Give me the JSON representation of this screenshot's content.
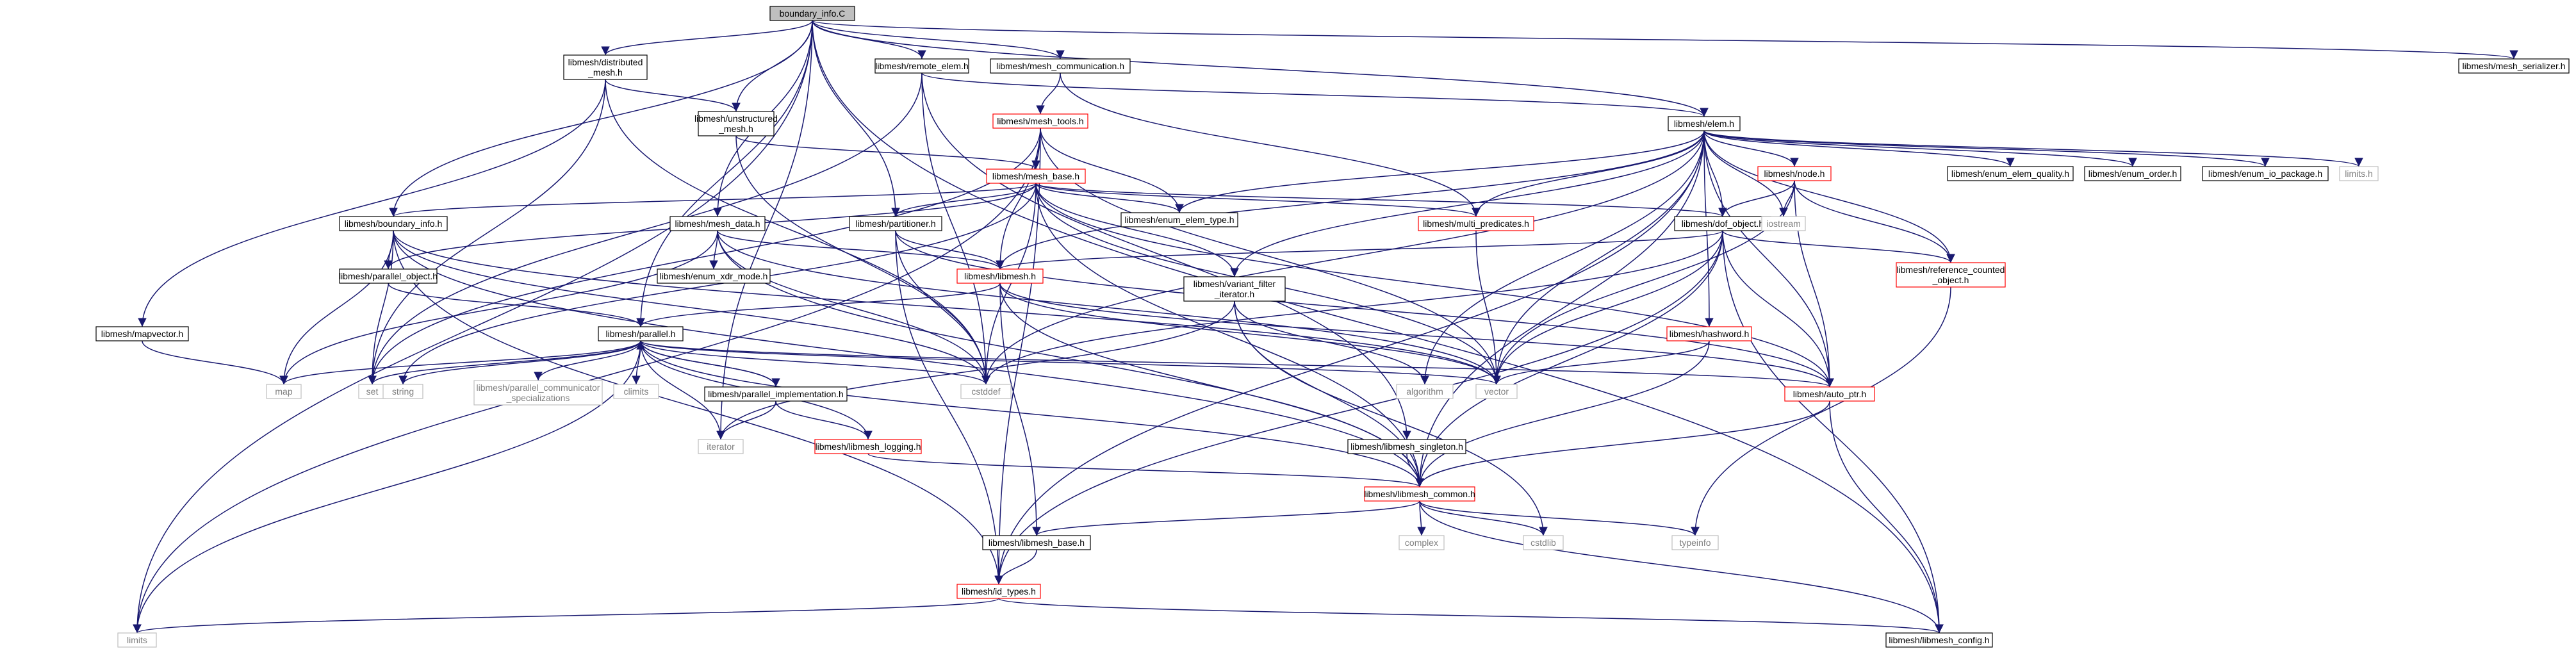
{
  "nodes": {
    "n_root": {
      "lines": [
        "boundary_info.C"
      ],
      "style": "root"
    },
    "n_dist": {
      "lines": [
        "libmesh/distributed",
        "_mesh.h"
      ],
      "style": "black"
    },
    "n_remote": {
      "lines": [
        "libmesh/remote_elem.h"
      ],
      "style": "black"
    },
    "n_comm": {
      "lines": [
        "libmesh/mesh_communication.h"
      ],
      "style": "black"
    },
    "n_serial": {
      "lines": [
        "libmesh/mesh_serializer.h"
      ],
      "style": "black"
    },
    "n_unstr": {
      "lines": [
        "libmesh/unstructured",
        "_mesh.h"
      ],
      "style": "black"
    },
    "n_tools": {
      "lines": [
        "libmesh/mesh_tools.h"
      ],
      "style": "red"
    },
    "n_elem": {
      "lines": [
        "libmesh/elem.h"
      ],
      "style": "black"
    },
    "n_meshbase": {
      "lines": [
        "libmesh/mesh_base.h"
      ],
      "style": "red"
    },
    "n_binfo": {
      "lines": [
        "libmesh/boundary_info.h"
      ],
      "style": "black"
    },
    "n_mdata": {
      "lines": [
        "libmesh/mesh_data.h"
      ],
      "style": "black"
    },
    "n_part": {
      "lines": [
        "libmesh/partitioner.h"
      ],
      "style": "black"
    },
    "n_etype": {
      "lines": [
        "libmesh/enum_elem_type.h"
      ],
      "style": "black"
    },
    "n_multi": {
      "lines": [
        "libmesh/multi_predicates.h"
      ],
      "style": "red"
    },
    "n_node": {
      "lines": [
        "libmesh/node.h"
      ],
      "style": "red"
    },
    "n_dof": {
      "lines": [
        "libmesh/dof_object.h"
      ],
      "style": "black"
    },
    "n_equal": {
      "lines": [
        "libmesh/enum_elem_quality.h"
      ],
      "style": "black"
    },
    "n_eorder": {
      "lines": [
        "libmesh/enum_order.h"
      ],
      "style": "black"
    },
    "n_eio": {
      "lines": [
        "libmesh/enum_io_package.h"
      ],
      "style": "black"
    },
    "n_limitsh": {
      "lines": [
        "limits.h"
      ],
      "style": "gray"
    },
    "n_iostream": {
      "lines": [
        "iostream"
      ],
      "style": "gray"
    },
    "n_refc": {
      "lines": [
        "libmesh/reference_counted",
        "_object.h"
      ],
      "style": "red"
    },
    "n_pobj": {
      "lines": [
        "libmesh/parallel_object.h"
      ],
      "style": "black"
    },
    "n_xdr": {
      "lines": [
        "libmesh/enum_xdr_mode.h"
      ],
      "style": "black"
    },
    "n_libmesh": {
      "lines": [
        "libmesh/libmesh.h"
      ],
      "style": "red"
    },
    "n_mapvec": {
      "lines": [
        "libmesh/mapvector.h"
      ],
      "style": "black"
    },
    "n_parallel": {
      "lines": [
        "libmesh/parallel.h"
      ],
      "style": "black"
    },
    "n_varfilt": {
      "lines": [
        "libmesh/variant_filter",
        "_iterator.h"
      ],
      "style": "black"
    },
    "n_hashword": {
      "lines": [
        "libmesh/hashword.h"
      ],
      "style": "red"
    },
    "n_autoptr": {
      "lines": [
        "libmesh/auto_ptr.h"
      ],
      "style": "red"
    },
    "n_map": {
      "lines": [
        "map"
      ],
      "style": "gray"
    },
    "n_set": {
      "lines": [
        "set"
      ],
      "style": "gray"
    },
    "n_string": {
      "lines": [
        "string"
      ],
      "style": "gray"
    },
    "n_pcomm": {
      "lines": [
        "libmesh/parallel_communicator",
        "_specializations"
      ],
      "style": "gray"
    },
    "n_climits": {
      "lines": [
        "climits"
      ],
      "style": "gray"
    },
    "n_cstddef": {
      "lines": [
        "cstddef"
      ],
      "style": "gray"
    },
    "n_algorithm": {
      "lines": [
        "algorithm"
      ],
      "style": "gray"
    },
    "n_vector": {
      "lines": [
        "vector"
      ],
      "style": "gray"
    },
    "n_pimpl": {
      "lines": [
        "libmesh/parallel_implementation.h"
      ],
      "style": "black"
    },
    "n_iterator": {
      "lines": [
        "iterator"
      ],
      "style": "gray"
    },
    "n_logging": {
      "lines": [
        "libmesh/libmesh_logging.h"
      ],
      "style": "red"
    },
    "n_singleton": {
      "lines": [
        "libmesh/libmesh_singleton.h"
      ],
      "style": "black"
    },
    "n_common": {
      "lines": [
        "libmesh/libmesh_common.h"
      ],
      "style": "red"
    },
    "n_complex": {
      "lines": [
        "complex"
      ],
      "style": "gray"
    },
    "n_cstdlib": {
      "lines": [
        "cstdlib"
      ],
      "style": "gray"
    },
    "n_typeinfo": {
      "lines": [
        "typeinfo"
      ],
      "style": "gray"
    },
    "n_lmbase": {
      "lines": [
        "libmesh/libmesh_base.h"
      ],
      "style": "black"
    },
    "n_idtypes": {
      "lines": [
        "libmesh/id_types.h"
      ],
      "style": "red"
    },
    "n_limits": {
      "lines": [
        "limits"
      ],
      "style": "gray"
    },
    "n_config": {
      "lines": [
        "libmesh/libmesh_config.h"
      ],
      "style": "black"
    }
  },
  "edges": [
    [
      "n_root",
      "n_dist"
    ],
    [
      "n_root",
      "n_remote"
    ],
    [
      "n_root",
      "n_comm"
    ],
    [
      "n_root",
      "n_serial"
    ],
    [
      "n_root",
      "n_unstr"
    ],
    [
      "n_root",
      "n_elem"
    ],
    [
      "n_root",
      "n_binfo"
    ],
    [
      "n_root",
      "n_mdata"
    ],
    [
      "n_root",
      "n_part"
    ],
    [
      "n_root",
      "n_parallel"
    ],
    [
      "n_root",
      "n_iterator"
    ],
    [
      "n_root",
      "n_config"
    ],
    [
      "n_root",
      "n_limits"
    ],
    [
      "n_dist",
      "n_unstr"
    ],
    [
      "n_dist",
      "n_mapvec"
    ],
    [
      "n_dist",
      "n_cstddef"
    ],
    [
      "n_dist",
      "n_set"
    ],
    [
      "n_unstr",
      "n_meshbase"
    ],
    [
      "n_unstr",
      "n_cstddef"
    ],
    [
      "n_remote",
      "n_elem"
    ],
    [
      "n_remote",
      "n_cstddef"
    ],
    [
      "n_remote",
      "n_set"
    ],
    [
      "n_remote",
      "n_singleton"
    ],
    [
      "n_comm",
      "n_tools"
    ],
    [
      "n_comm",
      "n_multi"
    ],
    [
      "n_tools",
      "n_meshbase"
    ],
    [
      "n_tools",
      "n_libmesh"
    ],
    [
      "n_tools",
      "n_etype"
    ],
    [
      "n_tools",
      "n_idtypes"
    ],
    [
      "n_tools",
      "n_vector"
    ],
    [
      "n_tools",
      "n_set"
    ],
    [
      "n_tools",
      "n_limits"
    ],
    [
      "n_meshbase",
      "n_binfo"
    ],
    [
      "n_meshbase",
      "n_pobj"
    ],
    [
      "n_meshbase",
      "n_dof"
    ],
    [
      "n_meshbase",
      "n_etype"
    ],
    [
      "n_meshbase",
      "n_multi"
    ],
    [
      "n_meshbase",
      "n_varfilt"
    ],
    [
      "n_meshbase",
      "n_autoptr"
    ],
    [
      "n_meshbase",
      "n_cstddef"
    ],
    [
      "n_meshbase",
      "n_string"
    ],
    [
      "n_meshbase",
      "n_common"
    ],
    [
      "n_meshbase",
      "n_vector"
    ],
    [
      "n_meshbase",
      "n_part"
    ],
    [
      "n_binfo",
      "n_pobj"
    ],
    [
      "n_binfo",
      "n_idtypes"
    ],
    [
      "n_binfo",
      "n_map"
    ],
    [
      "n_binfo",
      "n_set"
    ],
    [
      "n_binfo",
      "n_vector"
    ],
    [
      "n_binfo",
      "n_cstddef"
    ],
    [
      "n_binfo",
      "n_common"
    ],
    [
      "n_mdata",
      "n_libmesh"
    ],
    [
      "n_mdata",
      "n_xdr"
    ],
    [
      "n_mdata",
      "n_map"
    ],
    [
      "n_mdata",
      "n_vector"
    ],
    [
      "n_mdata",
      "n_common"
    ],
    [
      "n_mdata",
      "n_cstddef"
    ],
    [
      "n_part",
      "n_libmesh"
    ],
    [
      "n_part",
      "n_autoptr"
    ],
    [
      "n_part",
      "n_idtypes"
    ],
    [
      "n_part",
      "n_cstddef"
    ],
    [
      "n_elem",
      "n_node"
    ],
    [
      "n_elem",
      "n_dof"
    ],
    [
      "n_elem",
      "n_equal"
    ],
    [
      "n_elem",
      "n_eorder"
    ],
    [
      "n_elem",
      "n_eio"
    ],
    [
      "n_elem",
      "n_limitsh"
    ],
    [
      "n_elem",
      "n_iostream"
    ],
    [
      "n_elem",
      "n_refc"
    ],
    [
      "n_elem",
      "n_multi"
    ],
    [
      "n_elem",
      "n_etype"
    ],
    [
      "n_elem",
      "n_autoptr"
    ],
    [
      "n_elem",
      "n_hashword"
    ],
    [
      "n_elem",
      "n_varfilt"
    ],
    [
      "n_elem",
      "n_vector"
    ],
    [
      "n_elem",
      "n_algorithm"
    ],
    [
      "n_elem",
      "n_cstddef"
    ],
    [
      "n_elem",
      "n_idtypes"
    ],
    [
      "n_elem",
      "n_common"
    ],
    [
      "n_elem",
      "n_libmesh"
    ],
    [
      "n_node",
      "n_dof"
    ],
    [
      "n_node",
      "n_refc"
    ],
    [
      "n_node",
      "n_autoptr"
    ],
    [
      "n_node",
      "n_iostream"
    ],
    [
      "n_node",
      "n_vector"
    ],
    [
      "n_dof",
      "n_libmesh"
    ],
    [
      "n_dof",
      "n_refc"
    ],
    [
      "n_dof",
      "n_autoptr"
    ],
    [
      "n_dof",
      "n_idtypes"
    ],
    [
      "n_dof",
      "n_config"
    ],
    [
      "n_dof",
      "n_vector"
    ],
    [
      "n_dof",
      "n_common"
    ],
    [
      "n_dof",
      "n_cstddef"
    ],
    [
      "n_refc",
      "n_typeinfo"
    ],
    [
      "n_multi",
      "n_vector"
    ],
    [
      "n_pobj",
      "n_parallel"
    ],
    [
      "n_libmesh",
      "n_parallel"
    ],
    [
      "n_libmesh",
      "n_common"
    ],
    [
      "n_libmesh",
      "n_lmbase"
    ],
    [
      "n_libmesh",
      "n_vector"
    ],
    [
      "n_libmesh",
      "n_autoptr"
    ],
    [
      "n_mapvec",
      "n_map"
    ],
    [
      "n_parallel",
      "n_map"
    ],
    [
      "n_parallel",
      "n_set"
    ],
    [
      "n_parallel",
      "n_string"
    ],
    [
      "n_parallel",
      "n_pcomm"
    ],
    [
      "n_parallel",
      "n_climits"
    ],
    [
      "n_parallel",
      "n_cstddef"
    ],
    [
      "n_parallel",
      "n_vector"
    ],
    [
      "n_parallel",
      "n_autoptr"
    ],
    [
      "n_parallel",
      "n_pimpl"
    ],
    [
      "n_parallel",
      "n_iterator"
    ],
    [
      "n_parallel",
      "n_logging"
    ],
    [
      "n_parallel",
      "n_common"
    ],
    [
      "n_parallel",
      "n_limits"
    ],
    [
      "n_pimpl",
      "n_parallel"
    ],
    [
      "n_pimpl",
      "n_iterator"
    ],
    [
      "n_pimpl",
      "n_logging"
    ],
    [
      "n_varfilt",
      "n_iterator"
    ],
    [
      "n_varfilt",
      "n_algorithm"
    ],
    [
      "n_varfilt",
      "n_cstdlib"
    ],
    [
      "n_varfilt",
      "n_common"
    ],
    [
      "n_hashword",
      "n_vector"
    ],
    [
      "n_hashword",
      "n_common"
    ],
    [
      "n_autoptr",
      "n_common"
    ],
    [
      "n_autoptr",
      "n_config"
    ],
    [
      "n_logging",
      "n_common"
    ],
    [
      "n_singleton",
      "n_common"
    ],
    [
      "n_common",
      "n_complex"
    ],
    [
      "n_common",
      "n_cstdlib"
    ],
    [
      "n_common",
      "n_typeinfo"
    ],
    [
      "n_common",
      "n_lmbase"
    ],
    [
      "n_common",
      "n_config"
    ],
    [
      "n_lmbase",
      "n_idtypes"
    ],
    [
      "n_idtypes",
      "n_limits"
    ],
    [
      "n_idtypes",
      "n_config"
    ]
  ],
  "colors": {
    "edge": "#191970",
    "box_black": "#000000",
    "box_red": "#ff0000",
    "box_gray": "#bfbfbf",
    "root_fill": "#bfbfbf",
    "text_gray": "#808080"
  }
}
